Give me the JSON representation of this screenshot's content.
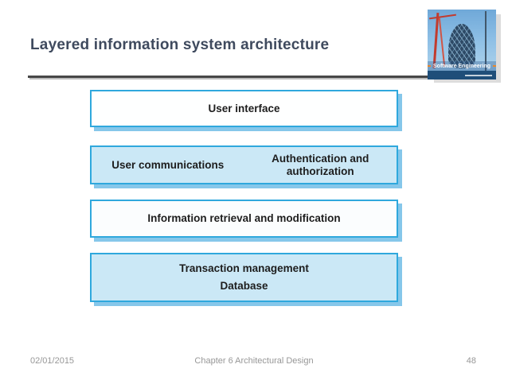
{
  "slide": {
    "title": "Layered information system architecture",
    "title_color": "#3F4A5E",
    "background_color": "#FFFFFF"
  },
  "book_cover": {
    "title": "Software Engineering",
    "accent_color": "#E8872B",
    "band_color": "#1F4E79"
  },
  "diagram": {
    "border_color": "#2FA8DD",
    "shadow_color": "#86C7EA",
    "light_fill": "#CBE8F6",
    "white_fill": "#FFFFFF",
    "boxes": [
      {
        "id": "user-interface",
        "labels": [
          "User interface"
        ]
      },
      {
        "id": "user-communications",
        "labels": [
          "User communications",
          "Authentication and authorization"
        ]
      },
      {
        "id": "information-retrieval",
        "labels": [
          "Information retrieval and modification"
        ]
      },
      {
        "id": "transaction-management",
        "labels": [
          "Transaction management",
          "Database"
        ]
      }
    ]
  },
  "footer": {
    "date": "02/01/2015",
    "chapter": "Chapter 6 Architectural Design",
    "page_number": "48"
  }
}
